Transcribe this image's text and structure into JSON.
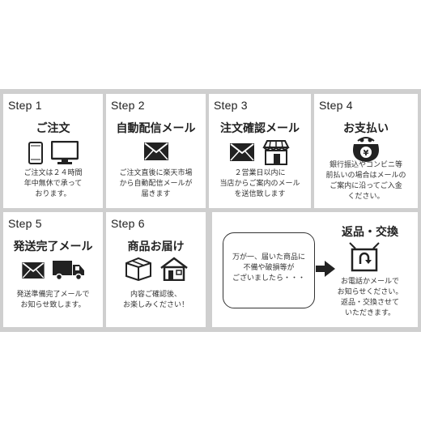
{
  "steps": [
    {
      "label": "Step 1",
      "title": "ご注文",
      "desc": "ご注文は２４時間\n年中無休で承って\nおります。",
      "icons": [
        "smartphone-icon",
        "monitor-icon"
      ]
    },
    {
      "label": "Step 2",
      "title": "自動配信メール",
      "desc": "ご注文直後に楽天市場\nから自動配信メールが\n届きます",
      "icons": [
        "envelope-icon"
      ]
    },
    {
      "label": "Step 3",
      "title": "注文確認メール",
      "desc": "２営業日以内に\n当店からご案内のメール\nを送信致します",
      "icons": [
        "envelope-icon",
        "shop-icon"
      ]
    },
    {
      "label": "Step 4",
      "title": "お支払い",
      "desc": "銀行振込やコンビニ等\n前払いの場合はメールの\nご案内に沿ってご入金\nください。",
      "icons": [
        "yen-purse-icon"
      ]
    },
    {
      "label": "Step 5",
      "title": "発送完了メール",
      "desc": "発送準備完了メールで\nお知らせ致します。",
      "icons": [
        "envelope-icon",
        "truck-icon"
      ]
    },
    {
      "label": "Step 6",
      "title": "商品お届け",
      "desc": "内容ご確認後、\nお楽しみください！",
      "icons": [
        "package-icon",
        "house-icon"
      ]
    }
  ],
  "returns": {
    "bubble_text": "万が一、届いた商品に\n不備や破損等が\nございましたら・・・",
    "title": "返品・交換",
    "desc": "お電話かメールで\nお知らせください。\n返品・交換させて\nいただきます。",
    "icons": [
      "arrow-right-icon",
      "return-box-icon"
    ]
  }
}
